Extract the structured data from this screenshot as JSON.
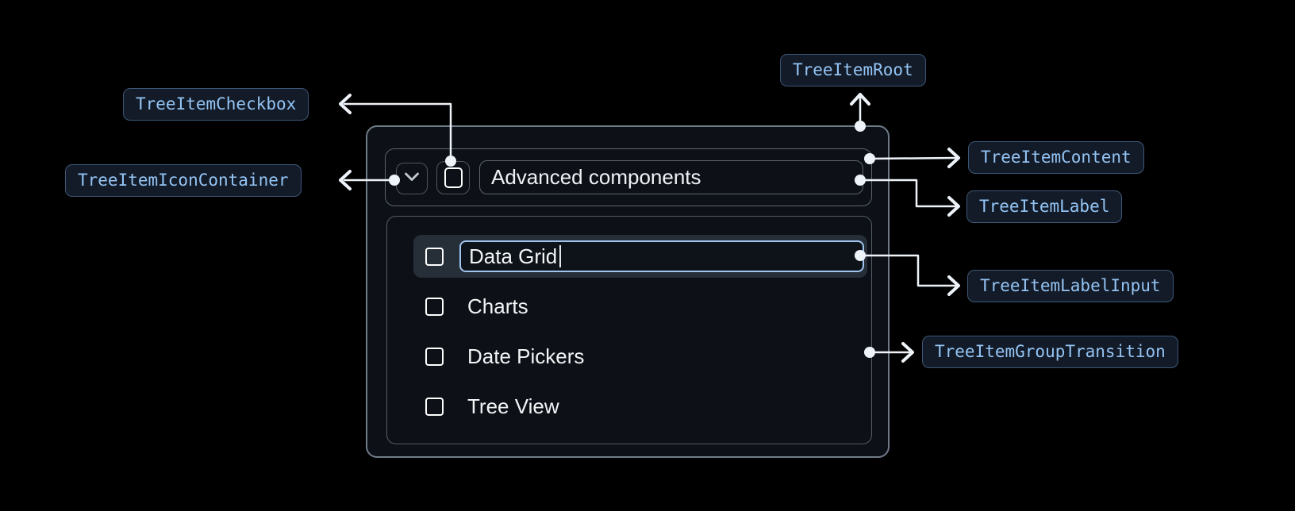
{
  "annotations": {
    "root": "TreeItemRoot",
    "checkbox": "TreeItemCheckbox",
    "icon_container": "TreeItemIconContainer",
    "content": "TreeItemContent",
    "label": "TreeItemLabel",
    "label_input": "TreeItemLabelInput",
    "group_transition": "TreeItemGroupTransition"
  },
  "tree": {
    "parent": {
      "label": "Advanced components",
      "expanded": true,
      "checked": false
    },
    "children": [
      {
        "label": "Data Grid",
        "state": "editing",
        "checked": false
      },
      {
        "label": "Charts",
        "checked": false
      },
      {
        "label": "Date Pickers",
        "checked": false
      },
      {
        "label": "Tree View",
        "checked": false
      }
    ]
  },
  "icons": {
    "expand": "chevron-down",
    "checkbox": "square-outline",
    "text_caret": "text-cursor",
    "connector": "arrow-with-dot"
  },
  "colors": {
    "background": "#000000",
    "panel_background": "#0d1117",
    "panel_border": "#707b89",
    "inner_border": "#5b646f",
    "chip_background": "#141b28",
    "chip_border": "#3d5777",
    "chip_text": "#93c4f4",
    "row_highlight": "#262e38",
    "input_border": "#9fc4ef",
    "text_primary": "#f2f4f6",
    "connector": "#eef3f9"
  }
}
